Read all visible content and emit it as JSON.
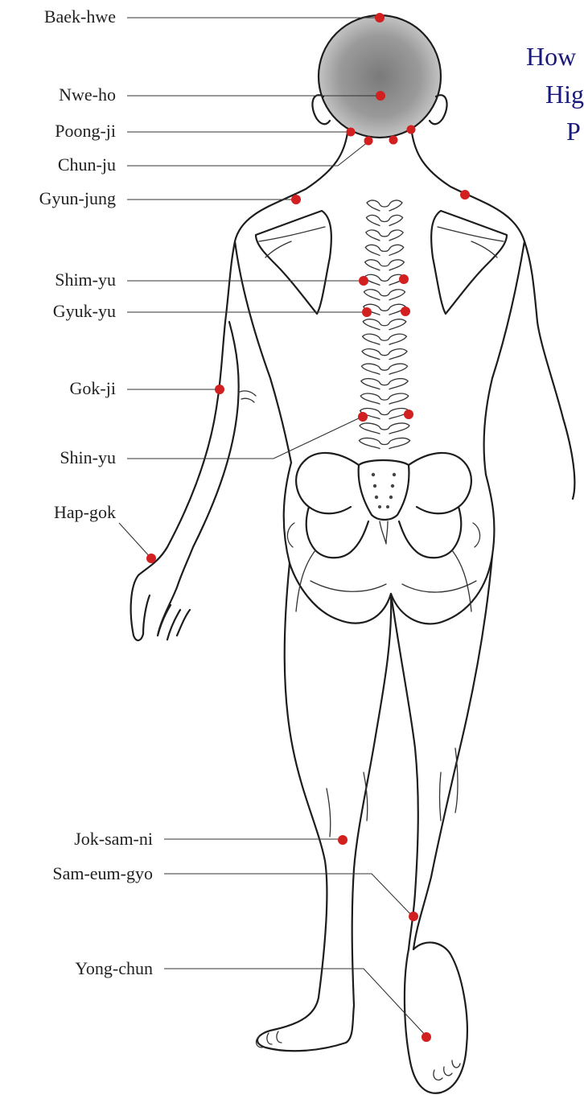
{
  "title": {
    "lines": [
      "How",
      "Hig",
      "P"
    ],
    "color": "#1a1a7a"
  },
  "points": [
    {
      "id": "baek-hwe",
      "label": "Baek-hwe"
    },
    {
      "id": "nwe-ho",
      "label": "Nwe-ho"
    },
    {
      "id": "poong-ji",
      "label": "Poong-ji"
    },
    {
      "id": "chun-ju",
      "label": "Chun-ju"
    },
    {
      "id": "gyun-jung",
      "label": "Gyun-jung"
    },
    {
      "id": "shim-yu",
      "label": "Shim-yu"
    },
    {
      "id": "gyuk-yu",
      "label": "Gyuk-yu"
    },
    {
      "id": "gok-ji",
      "label": "Gok-ji"
    },
    {
      "id": "shin-yu",
      "label": "Shin-yu"
    },
    {
      "id": "hap-gok",
      "label": "Hap-gok"
    },
    {
      "id": "jok-sam-ni",
      "label": "Jok-sam-ni"
    },
    {
      "id": "sam-eum-gyo",
      "label": "Sam-eum-gyo"
    },
    {
      "id": "yong-chun",
      "label": "Yong-chun"
    }
  ],
  "colors": {
    "point": "#d21f1f",
    "head_shade": "#8a8a8a",
    "line": "#1d1d1d"
  }
}
